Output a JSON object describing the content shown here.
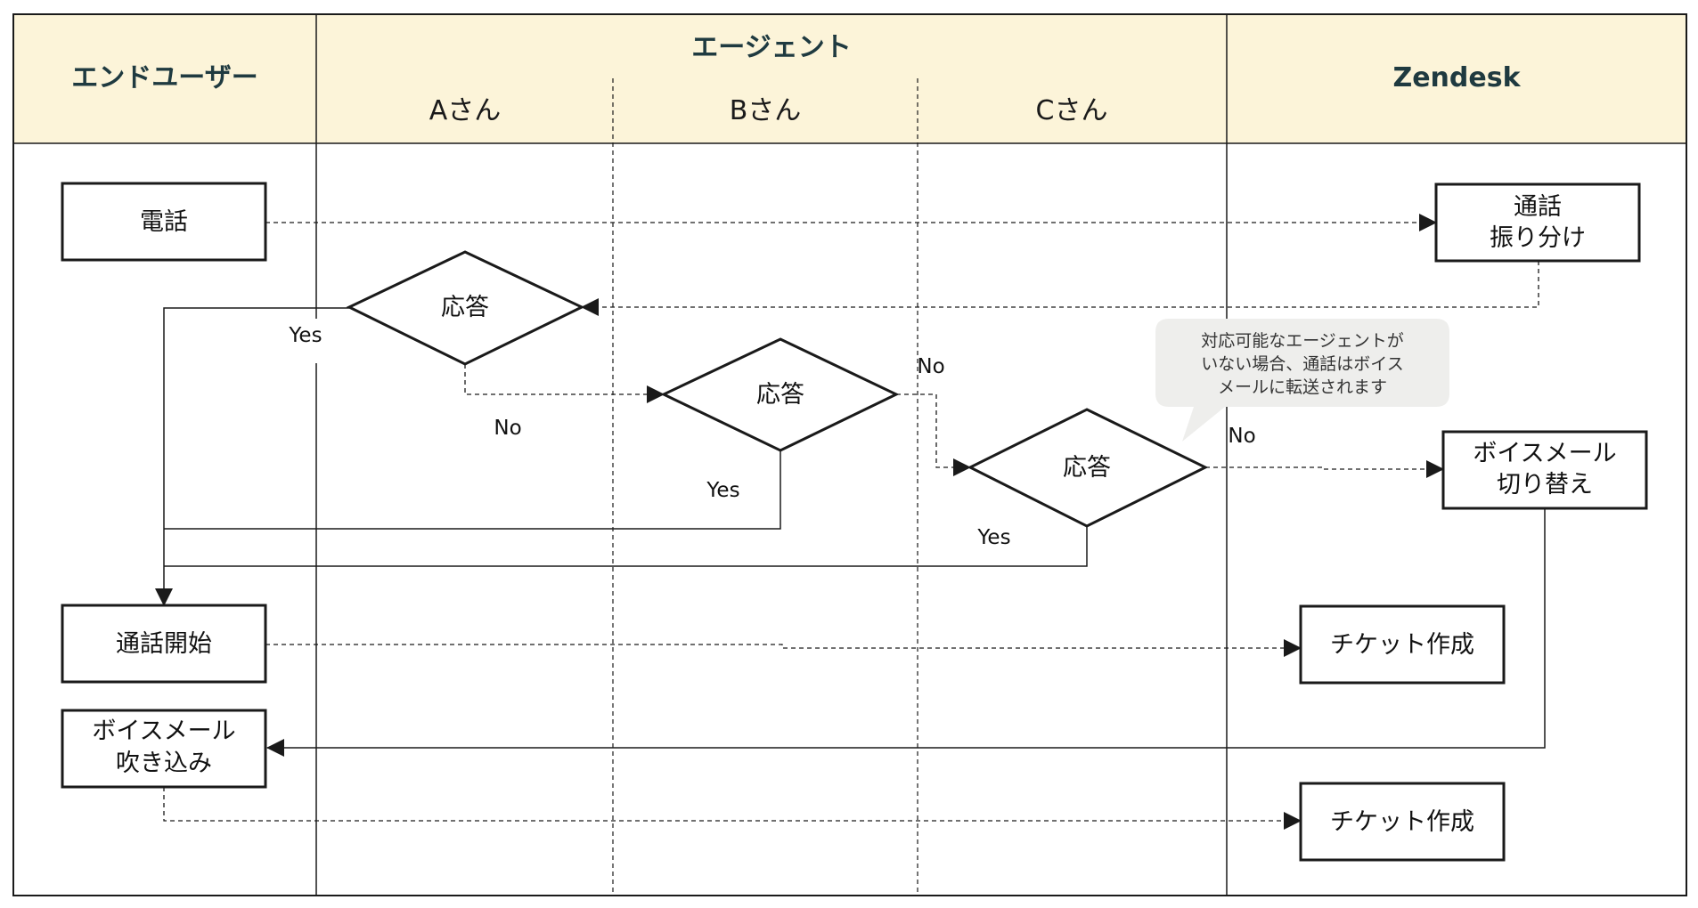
{
  "lanes": {
    "end_user": "エンドユーザー",
    "agent": "エージェント",
    "agent_a": "Aさん",
    "agent_b": "Bさん",
    "agent_c": "Cさん",
    "zendesk": "Zendesk"
  },
  "boxes": {
    "phone": "電話",
    "routing_line1": "通話",
    "routing_line2": "振り分け",
    "call_start": "通話開始",
    "voicemail_switch_line1": "ボイスメール",
    "voicemail_switch_line2": "切り替え",
    "ticket_create_1": "チケット作成",
    "voicemail_record_line1": "ボイスメール",
    "voicemail_record_line2": "吹き込み",
    "ticket_create_2": "チケット作成"
  },
  "decisions": {
    "answer_a": "応答",
    "answer_b": "応答",
    "answer_c": "応答"
  },
  "labels": {
    "yes": "Yes",
    "no": "No"
  },
  "callout": {
    "line1": "対応可能なエージェントが",
    "line2": "いない場合、通話はボイス",
    "line3": "メールに転送されます"
  },
  "colors": {
    "header_bg": "#fcf4d9",
    "header_text": "#1f3a40",
    "line": "#1a1a1a",
    "callout_bg": "#eeeeec"
  }
}
